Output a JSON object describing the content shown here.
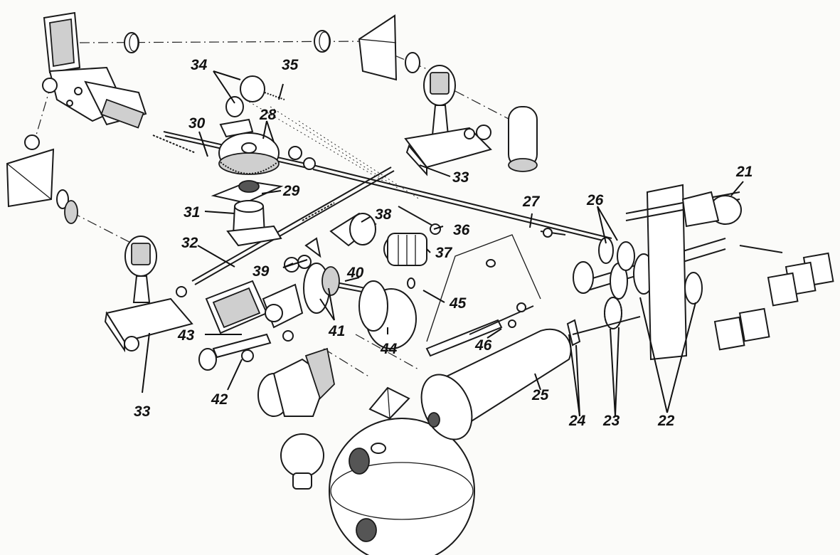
{
  "labels": {
    "l21": "21",
    "l22": "22",
    "l23": "23",
    "l24": "24",
    "l25": "25",
    "l26": "26",
    "l27": "27",
    "l28": "28",
    "l29": "29",
    "l30": "30",
    "l31": "31",
    "l32": "32",
    "l33a": "33",
    "l33b": "33",
    "l34": "34",
    "l35": "35",
    "l36": "36",
    "l37": "37",
    "l38": "38",
    "l39": "39",
    "l40": "40",
    "l41": "41",
    "l42": "42",
    "l43": "43",
    "l44": "44",
    "l45": "45",
    "l46": "46"
  }
}
